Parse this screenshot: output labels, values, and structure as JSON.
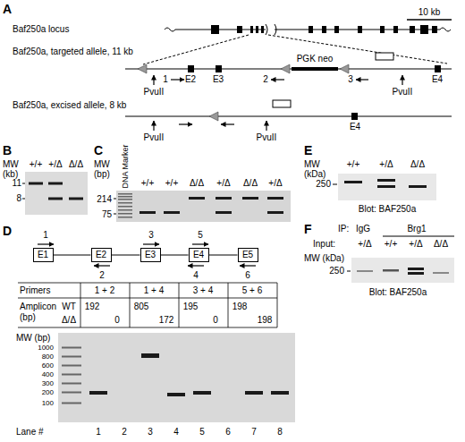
{
  "diagram": {
    "nodes": [
      {
        "text": [
          "E1"
        ]
      },
      {
        "text": [
          "E2"
        ]
      },
      {
        "text": [
          "E3"
        ]
      },
      {
        "text": [
          "E4"
        ]
      },
      {
        "text": [
          "E5"
        ]
      }
    ],
    "edges": [
      {
        "from": 0,
        "to": 1,
        "arrow": "none"
      },
      {
        "from": 1,
        "to": 2,
        "arrow": "none"
      },
      {
        "from": 2,
        "to": 3,
        "arrow": "none"
      },
      {
        "from": 3,
        "to": 4,
        "arrow": "none"
      }
    ],
    "labels": [
      "A",
      "Baf250a locus",
      "10 kb",
      "Baf250a, targeted allele, 11 kb",
      "PvuII",
      "1",
      "E2",
      "E3",
      "2",
      "PGK neo",
      "3",
      "PvuII",
      "E4",
      "Baf250a, excised allele, 8 kb",
      "PvuII",
      "PvuII",
      "E4",
      "B",
      "MW",
      "(kb)",
      "+/+",
      "+/Δ",
      "Δ/Δ",
      "11",
      "8",
      "C",
      "MW",
      "(bp)",
      "DNA Marker",
      "+/+",
      "+/+",
      "Δ/Δ",
      "+/Δ",
      "Δ/Δ",
      "+/Δ",
      "214",
      "75",
      "E",
      "MW",
      "(kDa)",
      "+/+",
      "+/Δ",
      "Δ/Δ",
      "250",
      "Blot: BAF250a",
      "F",
      "IP:",
      "IgG",
      "Brg1",
      "Input:",
      "+/Δ",
      "+/+",
      "+/Δ",
      "Δ/Δ",
      "MW (kDa)",
      "250",
      "Blot: BAF250a",
      "D",
      "1",
      "3",
      "5",
      "2",
      "4",
      "6",
      "Primers",
      "1 + 2",
      "1 + 4",
      "3 + 4",
      "5 + 6",
      "Amplicon (bp)",
      "WT",
      "192",
      "805",
      "195",
      "198",
      "Δ/Δ",
      "0",
      "172",
      "0",
      "198",
      "MW (bp)",
      "1000",
      "800",
      "600",
      "400",
      "300",
      "200",
      "100",
      "Lane #",
      "1",
      "2",
      "3",
      "4",
      "5",
      "6",
      "7",
      "8"
    ]
  }
}
